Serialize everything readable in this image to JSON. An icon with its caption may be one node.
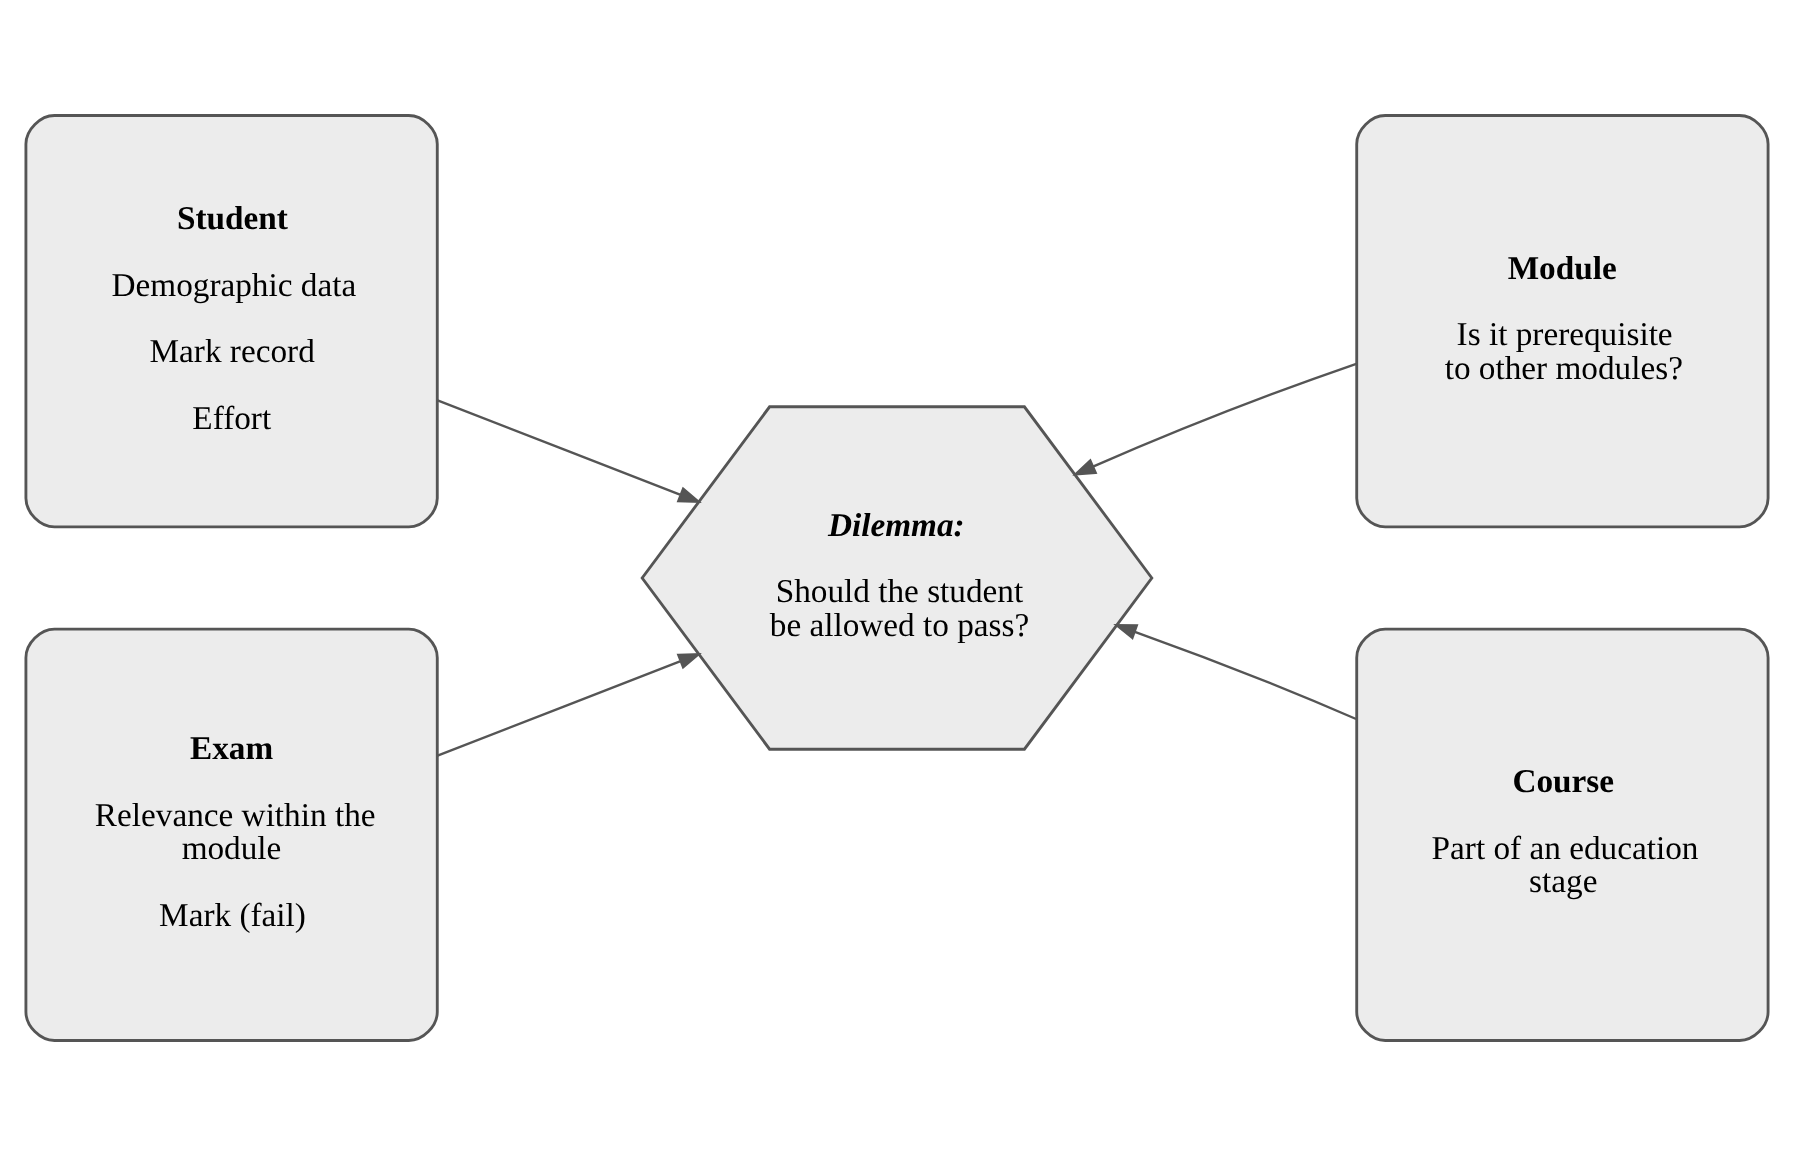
{
  "diagram": {
    "nodes": [
      {
        "text": [
          "Student",
          "Demographic data",
          "Mark record",
          "Effort"
        ]
      },
      {
        "text": [
          "Module",
          "Is it prerequisite to other modules?"
        ]
      },
      {
        "text": [
          "Dilemma:",
          "Should the student be allowed to pass?"
        ]
      },
      {
        "text": [
          "Exam",
          "Relevance within the module",
          "Mark (fail)"
        ]
      },
      {
        "text": [
          "Course",
          "Part of an education stage"
        ]
      }
    ],
    "edges": [
      {
        "from": 0,
        "to": 2,
        "arrow": "to"
      },
      {
        "from": 1,
        "to": 2,
        "arrow": "to"
      },
      {
        "from": 3,
        "to": 2,
        "arrow": "to"
      },
      {
        "from": 4,
        "to": 2,
        "arrow": "to"
      }
    ]
  }
}
